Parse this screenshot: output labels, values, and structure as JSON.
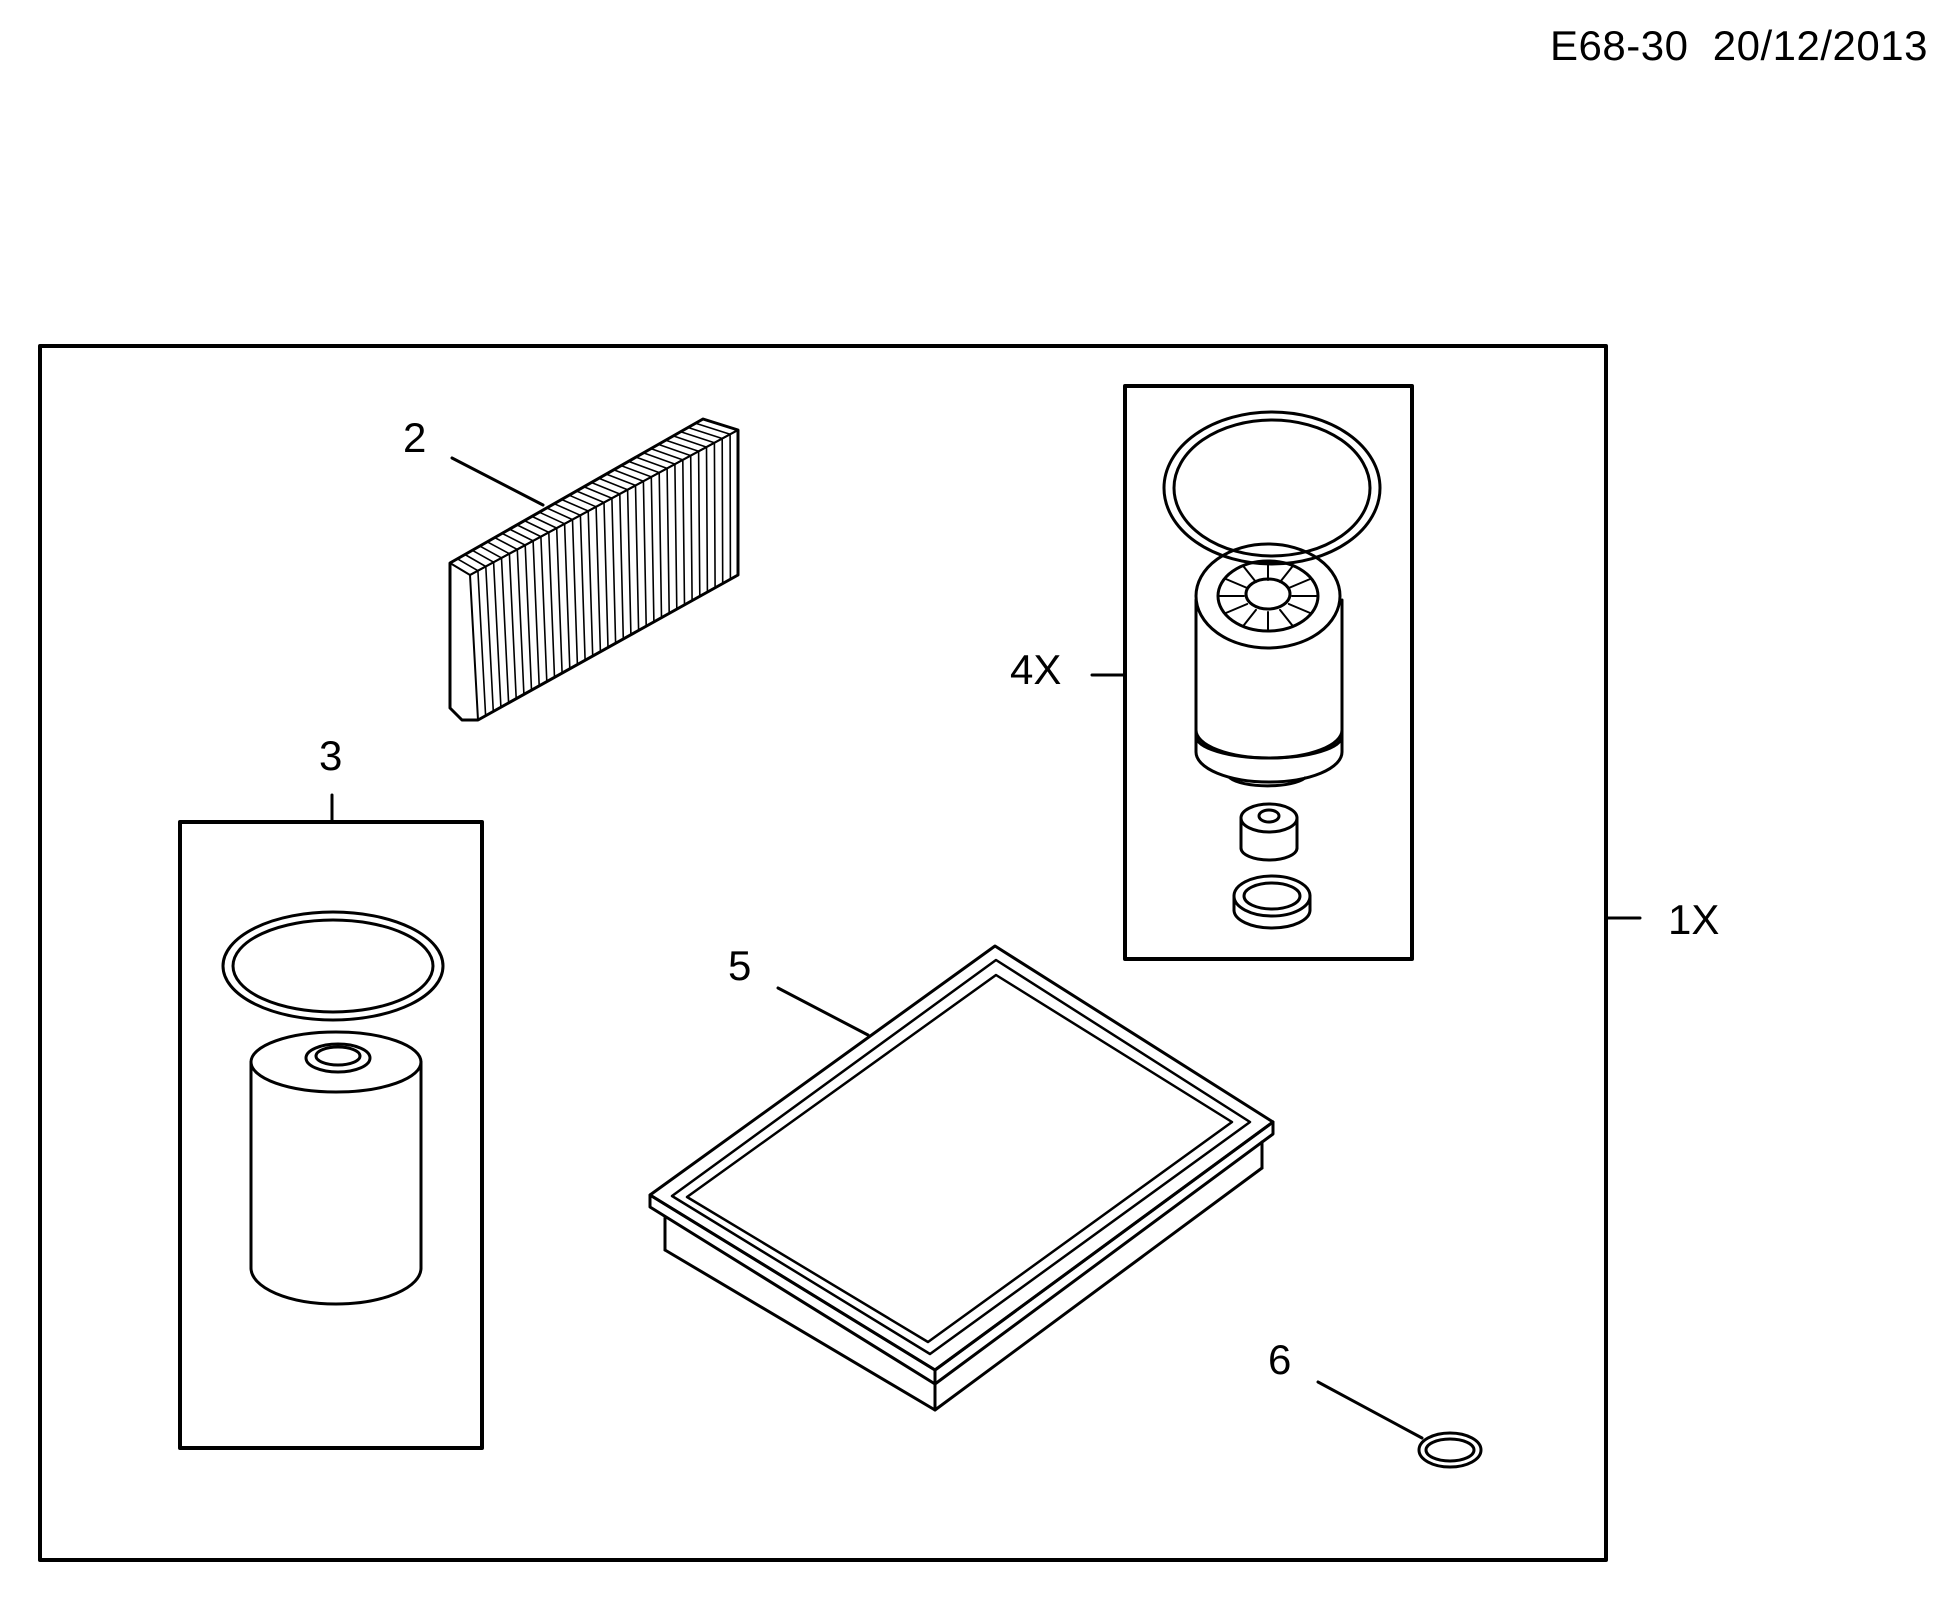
{
  "header": {
    "code": "E68-30",
    "date": "20/12/2013"
  },
  "callouts": {
    "kit": "1X",
    "cabin_filter": "2",
    "oil_filter_kit": "3",
    "fuel_filter_kit": "4X",
    "air_filter": "5",
    "seal_ring": "6"
  },
  "colors": {
    "line": "#000000",
    "background": "#ffffff"
  }
}
